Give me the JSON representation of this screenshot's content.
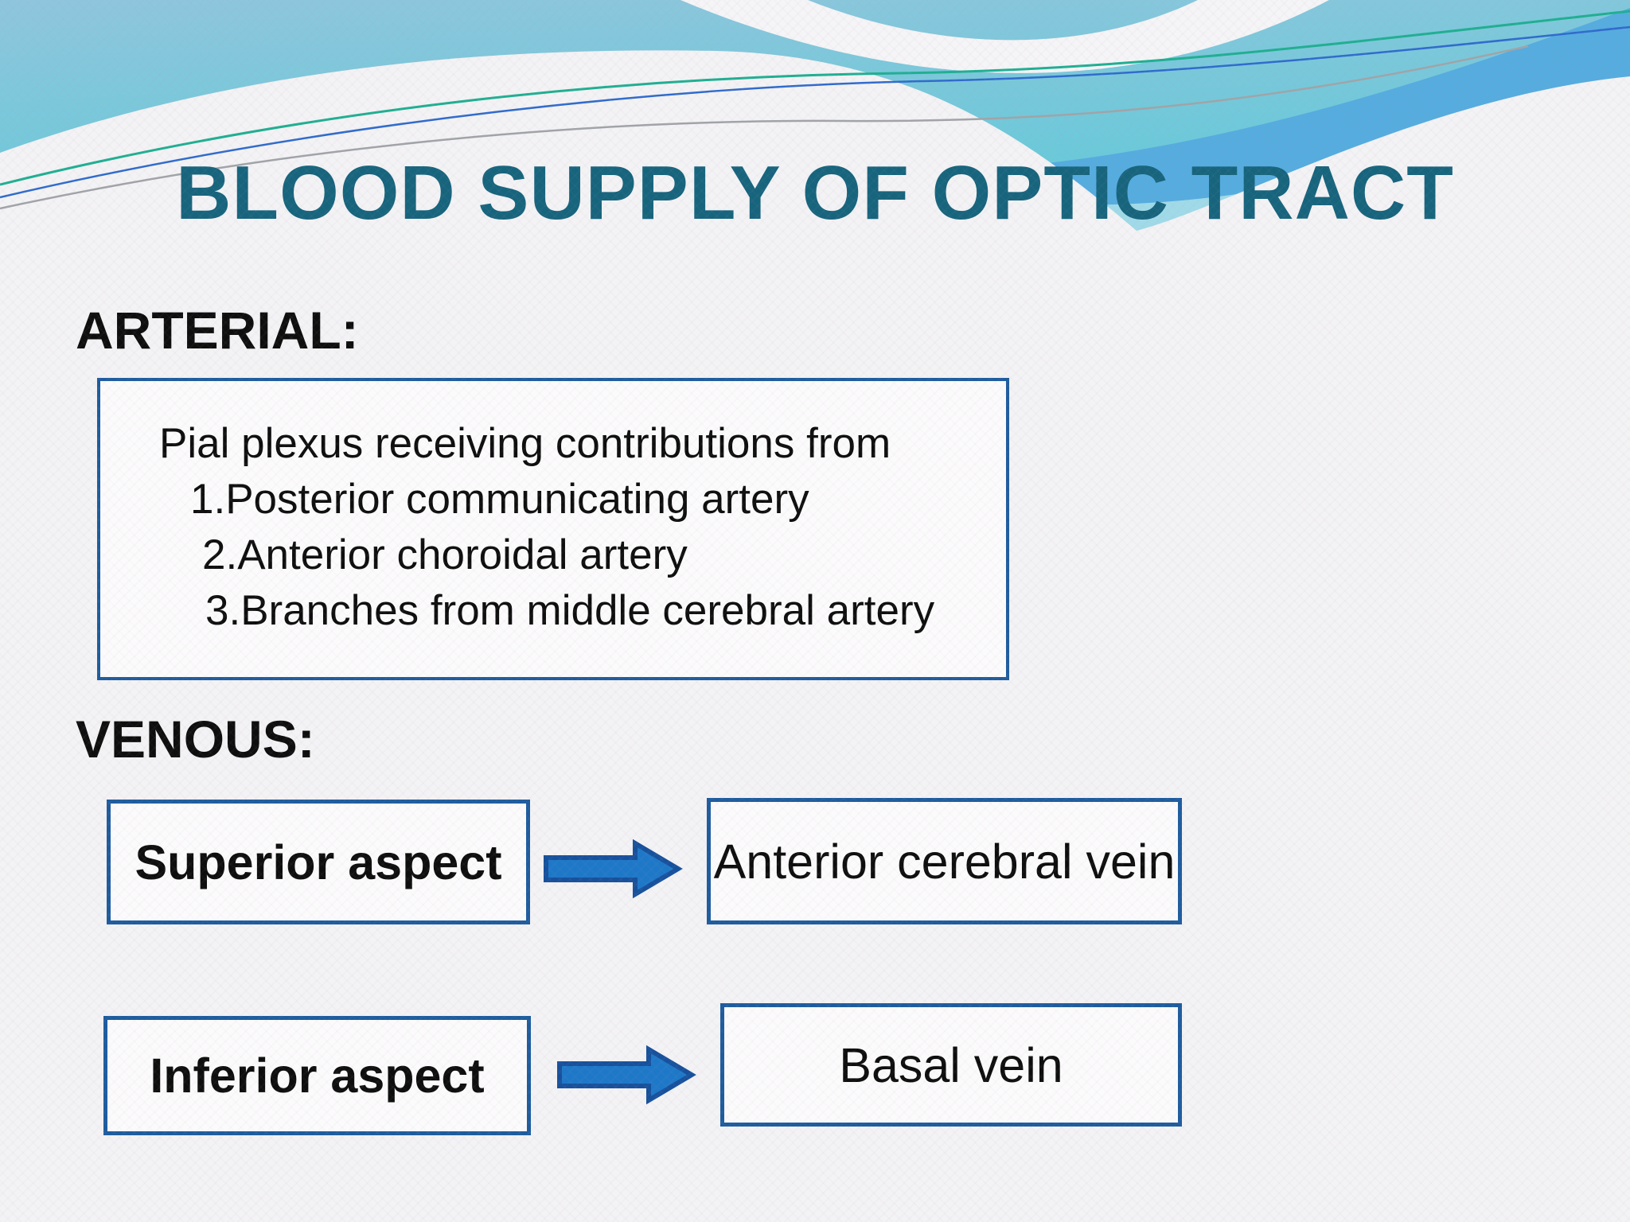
{
  "slide": {
    "title": "BLOOD SUPPLY OF OPTIC TRACT",
    "arterial": {
      "heading": "ARTERIAL:",
      "lines": [
        "Pial plexus receiving contributions from",
        "1.Posterior communicating artery",
        "2.Anterior choroidal artery",
        "3.Branches from middle cerebral artery"
      ]
    },
    "venous": {
      "heading": "VENOUS:",
      "flows": [
        {
          "source": "Superior aspect",
          "target": "Anterior cerebral vein"
        },
        {
          "source": "Inferior aspect",
          "target": "Basal vein"
        }
      ]
    },
    "colors": {
      "title_text": "#17647D",
      "body_text": "#0E0E0E",
      "box_border": "#1E5C9E",
      "arrow_fill": "#1E78C8",
      "arrow_outline": "#17519C",
      "background": "#F3F2F4",
      "header_sky_top": "#8FC6DD",
      "header_sky_bottom": "#58CBD7",
      "header_band_blue": "#55ACDF",
      "header_band_teal": "#A0DAE8",
      "accent_line_green": "#1FAF92",
      "accent_line_blue": "#2F6BCC",
      "accent_line_gray": "#A0A4A8"
    }
  }
}
